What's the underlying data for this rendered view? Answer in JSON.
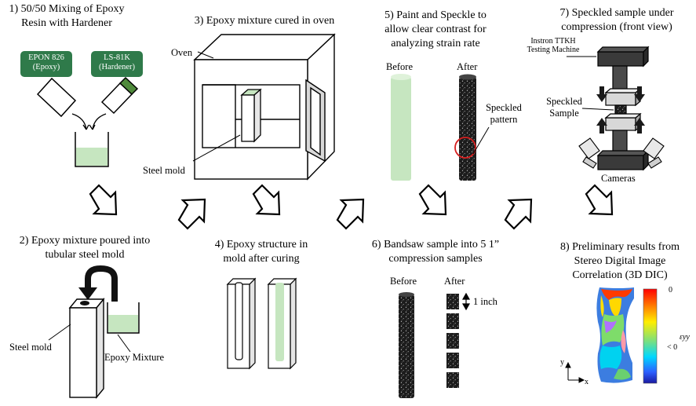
{
  "steps": {
    "s1": {
      "line1": "1) 50/50 Mixing of Epoxy",
      "line2": "Resin with Hardener"
    },
    "s2": {
      "line1": "2) Epoxy mixture poured into",
      "line2": "tubular steel mold"
    },
    "s3": {
      "line1": "3) Epoxy mixture cured in oven"
    },
    "s4": {
      "line1": "4) Epoxy structure in",
      "line2": "mold after curing"
    },
    "s5": {
      "line1": "5) Paint and Speckle to",
      "line2": "allow clear contrast for",
      "line3": "analyzing strain rate"
    },
    "s6": {
      "line1": "6) Bandsaw sample into 5 1”",
      "line2": "compression samples"
    },
    "s7": {
      "line1": "7) Speckled sample under",
      "line2": "compression (front view)"
    },
    "s8": {
      "line1": "8) Preliminary results from",
      "line2": "Stereo Digital Image",
      "line3": "Correlation (3D DIC)"
    }
  },
  "badges": {
    "epon": {
      "line1": "EPON 826",
      "line2": "(Epoxy)"
    },
    "ls": {
      "line1": "LS-81K",
      "line2": "(Hardener)"
    }
  },
  "labels": {
    "oven": "Oven",
    "steel_mold_3": "Steel mold",
    "steel_mold_2": "Steel mold",
    "epoxy_mixture": "Epoxy Mixture",
    "before_5": "Before",
    "after_5": "After",
    "speckled_pattern_1": "Speckled",
    "speckled_pattern_2": "pattern",
    "before_6": "Before",
    "after_6": "After",
    "one_inch": "1 inch",
    "instron_1": "Instron TTKH",
    "instron_2": "Testing Machine",
    "speckled_sample_1": "Speckled",
    "speckled_sample_2": "Sample",
    "cameras": "Cameras",
    "colorbar_top": "0",
    "colorbar_mid": "< 0",
    "eps": "εyy",
    "axis_y": "y",
    "axis_x": "x"
  },
  "colors": {
    "badge_green": "#2f7a4a",
    "epoxy_green": "#c6e6c0",
    "speckle_dark": "#1c1c1c",
    "circle_red": "#d62020"
  }
}
